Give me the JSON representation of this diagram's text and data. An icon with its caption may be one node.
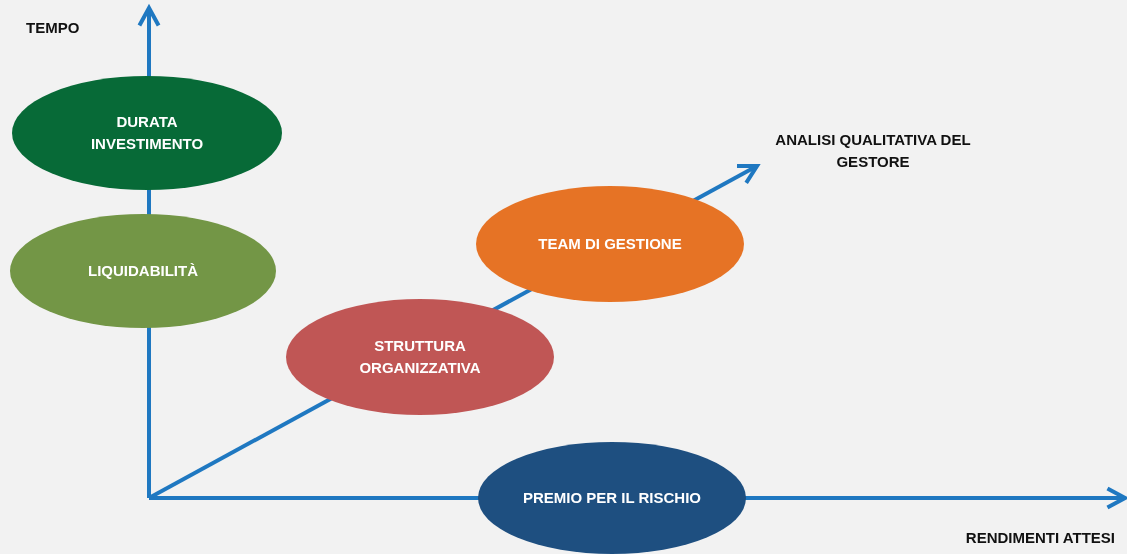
{
  "diagram": {
    "nodes": [
      {
        "text": [
          "DURATA INVESTIMENTO"
        ]
      },
      {
        "text": [
          "LIQUIDABILITÀ"
        ]
      },
      {
        "text": [
          "STRUTTURA ORGANIZZATIVA"
        ]
      },
      {
        "text": [
          "TEAM DI GESTIONE"
        ]
      },
      {
        "text": [
          "PREMIO PER IL RISCHIO"
        ]
      }
    ],
    "labels": [
      "TEMPO",
      "ANALISI QUALITATIVA DEL GESTORE",
      "RENDIMENTI ATTESI"
    ]
  }
}
